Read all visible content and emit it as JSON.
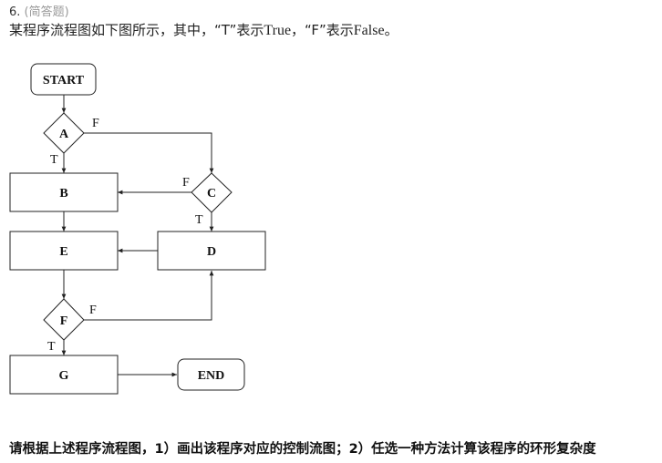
{
  "question": {
    "number": "6.",
    "type": "(简答题)",
    "description_prefix": "某程序流程图如下图所示，其中，“",
    "t_label": "T",
    "description_mid1": "”表示",
    "true_word": "True",
    "description_mid2": "，“",
    "f_label": "F",
    "description_mid3": "”表示",
    "false_word": "False",
    "description_suffix": "。",
    "ask": "请根据上述程序流程图，1）画出该程序对应的控制流图；2）任选一种方法计算该程序的环形复杂度"
  },
  "flowchart": {
    "start": "START",
    "end": "END",
    "decision_a": "A",
    "decision_c": "C",
    "decision_f": "F",
    "process_b": "B",
    "process_d": "D",
    "process_e": "E",
    "process_g": "G",
    "true_label": "T",
    "false_label": "F"
  }
}
